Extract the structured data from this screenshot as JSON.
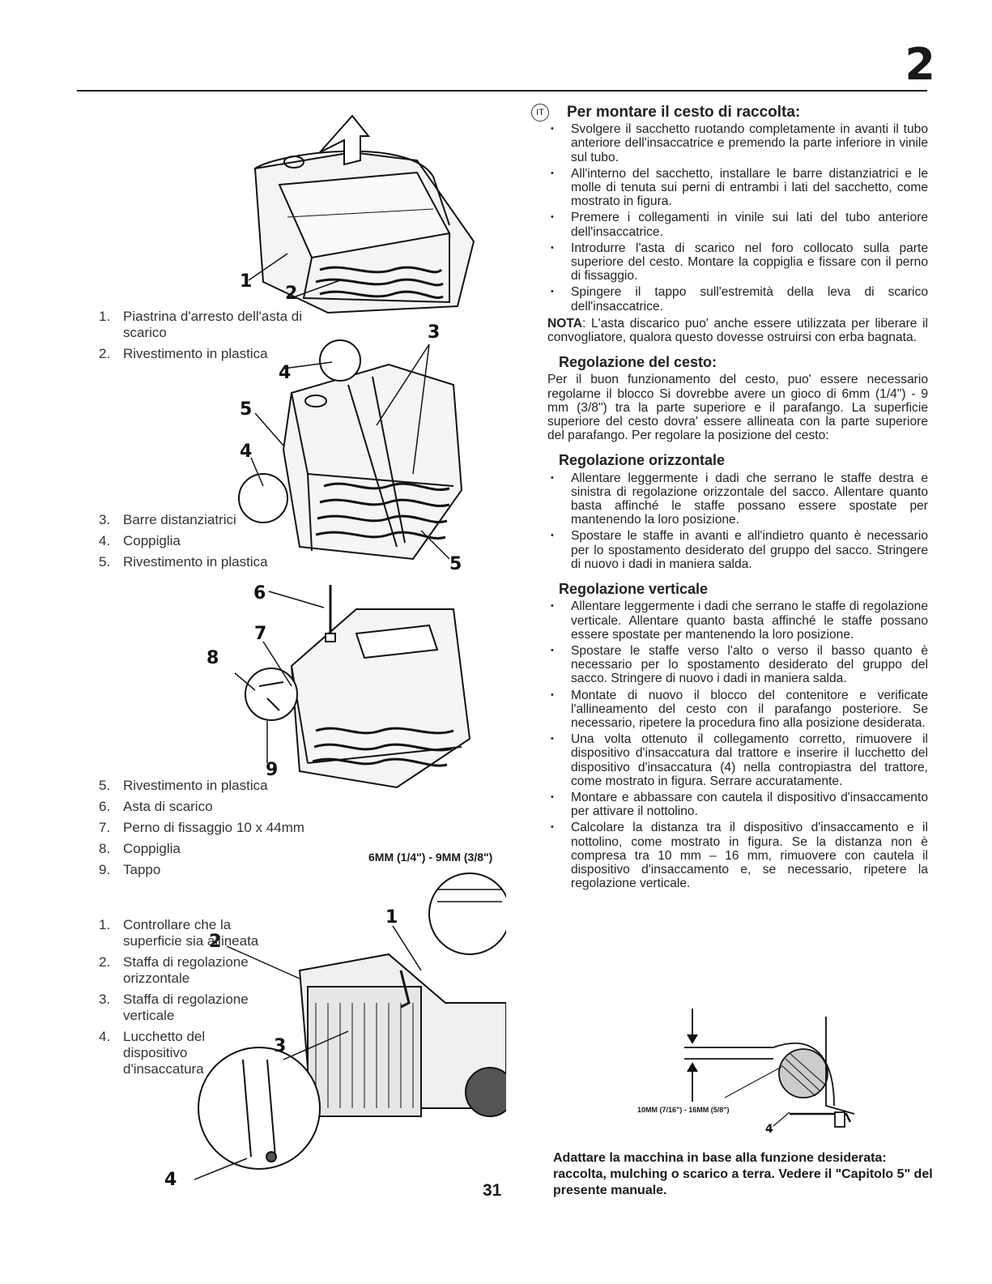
{
  "header": {
    "chapter_number": "2"
  },
  "left": {
    "list1": [
      {
        "num": "1.",
        "text": "Piastrina d'arresto dell'asta di scarico"
      },
      {
        "num": "2.",
        "text": "Rivestimento in plastica"
      }
    ],
    "list2": [
      {
        "num": "3.",
        "text": "Barre distanziatrici"
      },
      {
        "num": "4.",
        "text": "Coppiglia"
      },
      {
        "num": "5.",
        "text": "Rivestimento in plastica"
      }
    ],
    "list3": [
      {
        "num": "5.",
        "text": "Rivestimento in plastica"
      },
      {
        "num": "6.",
        "text": "Asta di scarico"
      },
      {
        "num": "7.",
        "text": "Perno di fissaggio 10 x 44mm"
      },
      {
        "num": "8.",
        "text": "Coppiglia"
      },
      {
        "num": "9.",
        "text": "Tappo"
      }
    ],
    "list4": [
      {
        "num": "1.",
        "text": "Controllare che la superficie sia allineata"
      },
      {
        "num": "2.",
        "text": "Staffa di regolazione orizzontale"
      },
      {
        "num": "3.",
        "text": "Staffa di regolazione verticale"
      },
      {
        "num": "4.",
        "text": "Lucchetto del dispositivo d'insaccatura"
      }
    ],
    "measure_label": "6MM (1/4\") - 9MM (3/8\")"
  },
  "callouts": {
    "f1_1": "1",
    "f1_2": "2",
    "f2_3": "3",
    "f2_4a": "4",
    "f2_5a": "5",
    "f2_4b": "4",
    "f2_5b": "5",
    "f3_6": "6",
    "f3_7": "7",
    "f3_8": "8",
    "f3_9": "9",
    "f4_1": "1",
    "f4_2": "2",
    "f4_3": "3",
    "f4_4": "4",
    "f5_4": "4"
  },
  "right": {
    "lang_badge": "IT",
    "title": "Per montare il cesto di raccolta:",
    "bullets1": [
      "Svolgere il sacchetto ruotando completamente in avanti il tubo anteriore dell'insaccatrice e premendo la parte inferiore in vinile sul tubo.",
      "All'interno del sacchetto, installare le barre distanziatrici e le molle di tenuta sui perni di entrambi i lati del sacchetto, come mostrato in figura.",
      "Premere i collegamenti in vinile sui lati del tubo anteriore dell'insaccatrice.",
      "Introdurre l'asta di scarico nel foro collocato sulla parte superiore del cesto. Montare la coppiglia e fissare con il perno di fissaggio.",
      "Spingere il tappo sull'estremità della leva di scarico dell'insaccatrice."
    ],
    "nota_label": "NOTA",
    "nota_text": ": L'asta discarico puo' anche essere utilizzata per liberare il convogliatore, qualora questo dovesse ostruirsi con erba bagnata.",
    "h_regolazione": "Regolazione del cesto:",
    "p_regolazione": "Per il buon funzionamento del cesto, puo' essere necessario regolarne il blocco Si dovrebbe avere un gioco di 6mm (1/4\") - 9 mm (3/8\") tra la parte superiore e il parafango. La superficie superiore del cesto dovra' essere allineata con la parte superiore del parafango. Per regolare la posizione del cesto:",
    "h_orizzontale": "Regolazione orizzontale",
    "bullets_orizz": [
      "Allentare leggermente i dadi che serrano le staffe destra e sinistra di regolazione orizzontale del sacco. Allentare quanto basta affinché le staffe possano essere spostate per mantenendo la loro posizione.",
      "Spostare le staffe in avanti e all'indietro quanto è necessario per lo spostamento desiderato del gruppo del sacco. Stringere di nuovo i dadi in maniera salda."
    ],
    "h_verticale": "Regolazione verticale",
    "bullets_vert": [
      "Allentare leggermente i dadi che serrano le staffe di regolazione verticale. Allentare quanto basta affinché le staffe possano essere spostate per mantenendo la loro posizione.",
      "Spostare le staffe verso l'alto o verso il basso quanto è necessario per lo spostamento desiderato del gruppo del sacco. Stringere di nuovo i dadi in maniera salda.",
      "Montate di nuovo il blocco del contenitore e verificate l'allineamento del cesto con il parafango posteriore. Se necessario, ripetere la procedura fino alla posizione desiderata.",
      "Una volta ottenuto il collegamento corretto, rimuovere il dispositivo d'insaccatura dal trattore e inserire il lucchetto del dispositivo d'insaccatura (4) nella contropiastra del trattore, come mostrato in figura. Serrare accuratamente.",
      "Montare e abbassare con cautela il dispositivo d'insaccamento per attivare il nottolino.",
      "Calcolare la distanza tra il dispositivo d'insaccamento e il nottolino, come mostrato in figura. Se la distanza non è compresa tra 10 mm – 16 mm, rimuovere con cautela il dispositivo d'insaccamento e, se necessario, ripetere la regolazione verticale."
    ],
    "measure2_label": "10MM (7/16\") - 16MM (5/8\")",
    "final_note": "Adattare la macchina in base alla funzione desiderata: raccolta, mulching o scarico a terra. Vedere il \"Capitolo 5\" del presente manuale."
  },
  "footer": {
    "page_number": "31"
  }
}
